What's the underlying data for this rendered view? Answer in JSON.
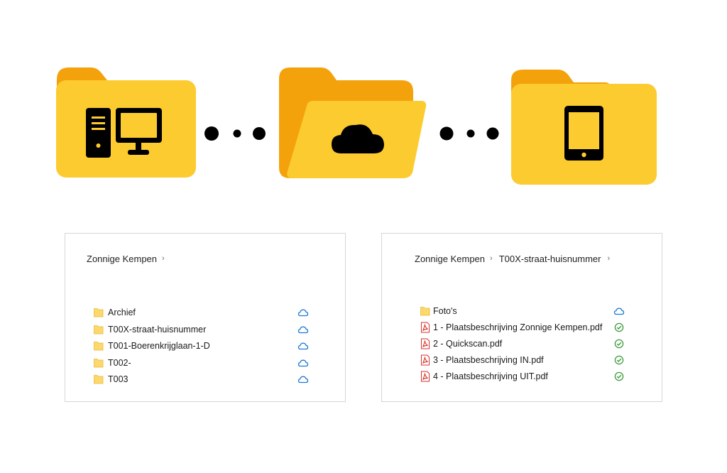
{
  "left_panel": {
    "breadcrumb": [
      "Zonnige Kempen"
    ],
    "items": [
      {
        "name": "Archief",
        "type": "folder",
        "status": "cloud"
      },
      {
        "name": "T00X-straat-huisnummer",
        "type": "folder",
        "status": "cloud"
      },
      {
        "name": "T001-Boerenkrijglaan-1-D",
        "type": "folder",
        "status": "cloud"
      },
      {
        "name": "T002-",
        "type": "folder",
        "status": "cloud"
      },
      {
        "name": "T003",
        "type": "folder",
        "status": "cloud"
      }
    ]
  },
  "right_panel": {
    "breadcrumb": [
      "Zonnige Kempen",
      "T00X-straat-huisnummer"
    ],
    "items": [
      {
        "name": "Foto's",
        "type": "folder",
        "status": "cloud"
      },
      {
        "name": "1 - Plaatsbeschrijving Zonnige Kempen.pdf",
        "type": "pdf",
        "status": "synced"
      },
      {
        "name": "2 - Quickscan.pdf",
        "type": "pdf",
        "status": "synced"
      },
      {
        "name": "3 - Plaatsbeschrijving IN.pdf",
        "type": "pdf",
        "status": "synced"
      },
      {
        "name": "4 - Plaatsbeschrijving UIT.pdf",
        "type": "pdf",
        "status": "synced"
      }
    ]
  },
  "icons": {
    "hero": [
      "desktop-folder-icon",
      "cloud-folder-icon",
      "tablet-folder-icon"
    ],
    "folder": "folder-icon",
    "pdf": "pdf-icon",
    "cloud_status": "cloud-status-icon",
    "synced_status": "synced-check-icon",
    "breadcrumb_separator": "chevron-right-icon"
  },
  "colors": {
    "folder_front": "#fccb2f",
    "folder_back": "#f4a20c",
    "folder_small": "#fcd96a",
    "folder_small_edge": "#e8b83a",
    "pdf_red": "#d9302c",
    "cloud_blue": "#1e7ad6",
    "check_green": "#3c9a3a",
    "border": "#d6d6d6"
  }
}
